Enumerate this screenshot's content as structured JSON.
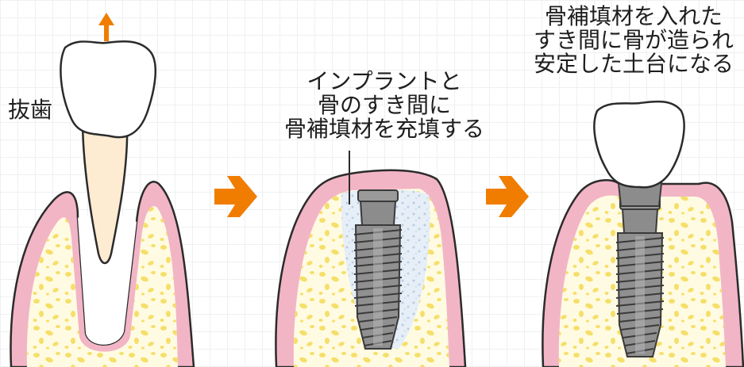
{
  "labels": {
    "extraction": "抜歯",
    "fill_caption": [
      "インプラントと",
      "骨のすき間に",
      "骨補填材を充填する"
    ],
    "stable_caption": [
      "骨補填材を入れた",
      "すき間に骨が造られ",
      "安定した土台になる"
    ]
  },
  "colors": {
    "gum": "#f2b5c6",
    "gum_outline": "#2b2b2b",
    "bone": "#fffbe2",
    "bone_dots": "#f5df6a",
    "crown": "#ffffff",
    "root": "#fdebd2",
    "implant": "#8a8a8a",
    "graft": "#d9e6f2",
    "arrow": "#f07d00"
  },
  "icons": {
    "extract_arrow": "arrow-up-icon",
    "step_arrow": "arrow-right-icon"
  }
}
